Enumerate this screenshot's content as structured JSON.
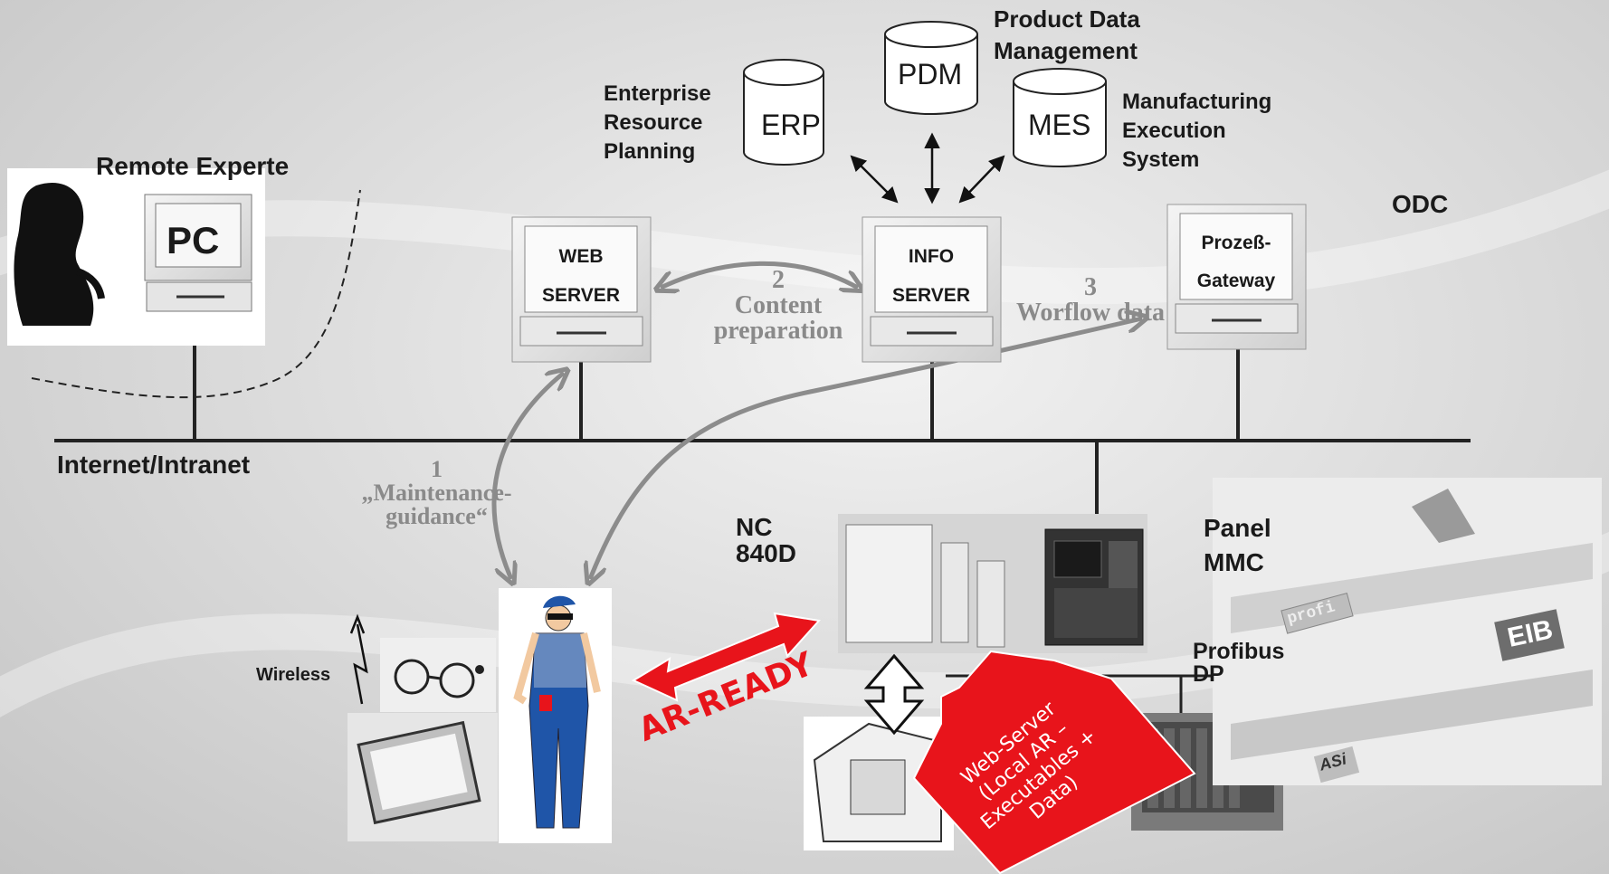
{
  "databases": {
    "pdm": {
      "label": "PDM",
      "caption": [
        "Product Data",
        "Management"
      ]
    },
    "erp": {
      "label": "ERP",
      "caption": [
        "Enterprise",
        "Resource",
        "Planning"
      ]
    },
    "mes": {
      "label": "MES",
      "caption": [
        "Manufacturing",
        "Execution",
        "System"
      ]
    }
  },
  "remote": {
    "title": "Remote Experte",
    "pc_label": "PC"
  },
  "servers": {
    "web": [
      "WEB",
      "SERVER"
    ],
    "info": [
      "INFO",
      "SERVER"
    ],
    "gateway": [
      "Prozeß-",
      "Gateway"
    ]
  },
  "odc": "ODC",
  "network": {
    "label": "Internet/Intranet"
  },
  "flows": {
    "step2": {
      "num": "2",
      "text": [
        "Content",
        "preparation"
      ]
    },
    "step3": {
      "num": "3",
      "text": "Worflow data"
    },
    "step1": {
      "num": "1",
      "text": [
        "„Maintenance-",
        "guidance“"
      ]
    }
  },
  "devices": {
    "nc": [
      "NC",
      "840D"
    ],
    "panel": [
      "Panel",
      "MMC"
    ],
    "profibus": [
      "Profibus",
      "DP"
    ],
    "wireless": "Wireless"
  },
  "ar_ready": "AR-READY",
  "webserver_callout": [
    "Web-Server",
    "(Local AR –",
    "Executables +",
    "Data)"
  ],
  "bus_logos": [
    "profi",
    "EIB",
    "ASi"
  ],
  "colors": {
    "red": "#e8141b",
    "grey_arrow": "#8c8c8c",
    "blue": "#1f55a8"
  }
}
